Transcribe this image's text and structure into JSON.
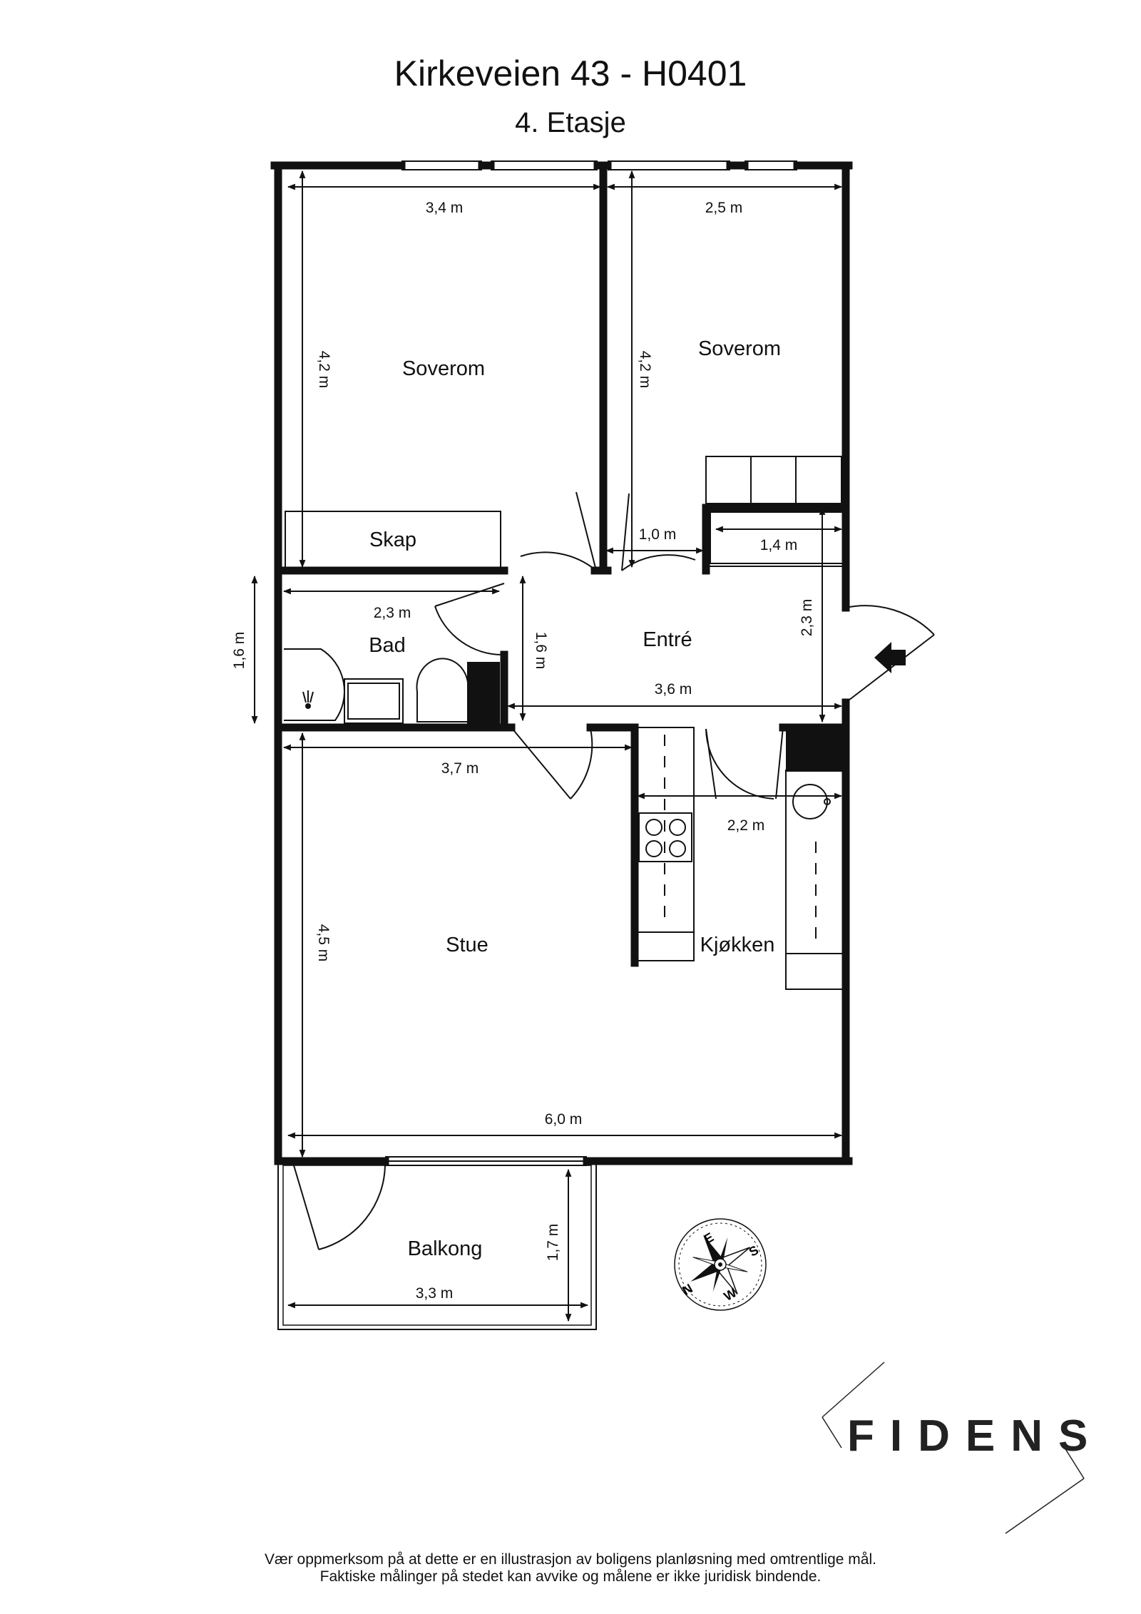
{
  "header": {
    "title": "Kirkeveien 43 - H0401",
    "subtitle": "4. Etasje"
  },
  "rooms": {
    "soverom_left": "Soverom",
    "soverom_right": "Soverom",
    "skap": "Skap",
    "bad": "Bad",
    "entre": "Entré",
    "stue": "Stue",
    "kjokken": "Kjøkken",
    "balkong": "Balkong"
  },
  "dimensions": {
    "soverom_left_width": "3,4 m",
    "soverom_right_width": "2,5 m",
    "soverom_left_depth": "4,2 m",
    "soverom_right_depth": "4,2 m",
    "door_width": "1,0 m",
    "closet_width": "1,4 m",
    "bad_width": "2,3 m",
    "bad_depth": "1,6 m",
    "entre_depth_left": "1,6 m",
    "entre_depth_right": "2,3 m",
    "entre_width": "3,6 m",
    "stue_top_width": "3,7 m",
    "kjokken_width": "2,2 m",
    "stue_depth": "4,5 m",
    "total_width": "6,0 m",
    "balkong_depth": "1,7 m",
    "balkong_width": "3,3 m"
  },
  "compass": {
    "n": "N",
    "e": "E",
    "s": "S",
    "w": "W"
  },
  "logo": {
    "text": "FIDENS"
  },
  "disclaimer": {
    "line1": "Vær oppmerksom på at dette er en illustrasjon av boligens planløsning med omtrentlige mål.",
    "line2": "Faktiske målinger på stedet kan avvike og målene er ikke juridisk bindende."
  }
}
